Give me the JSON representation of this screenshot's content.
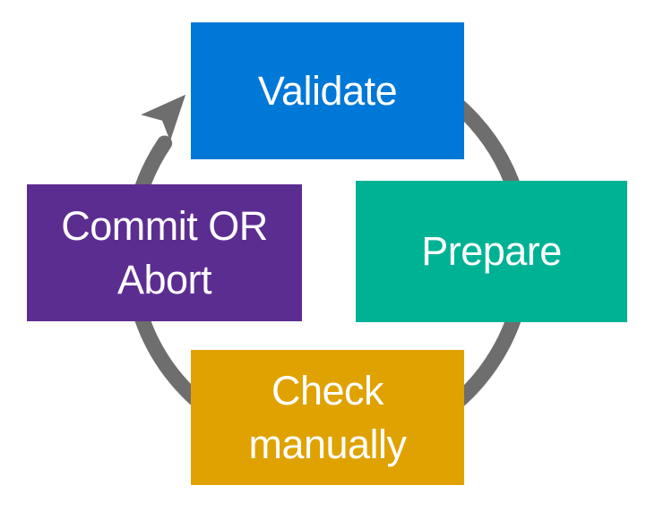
{
  "diagram": {
    "type": "cycle",
    "flow_direction": "clockwise",
    "background_color": "#FFFFFF",
    "arrow": {
      "name": "circular-cycle-arrow",
      "color": "#6E6E6E"
    },
    "steps": [
      {
        "label": "Validate",
        "color": "#0078D7",
        "position": "top"
      },
      {
        "label": "Prepare",
        "color": "#00B294",
        "position": "right"
      },
      {
        "label": "Check\nmanually",
        "color": "#DFA200",
        "position": "bottom"
      },
      {
        "label": "Commit OR\nAbort",
        "color": "#5C2D91",
        "position": "left"
      }
    ]
  }
}
